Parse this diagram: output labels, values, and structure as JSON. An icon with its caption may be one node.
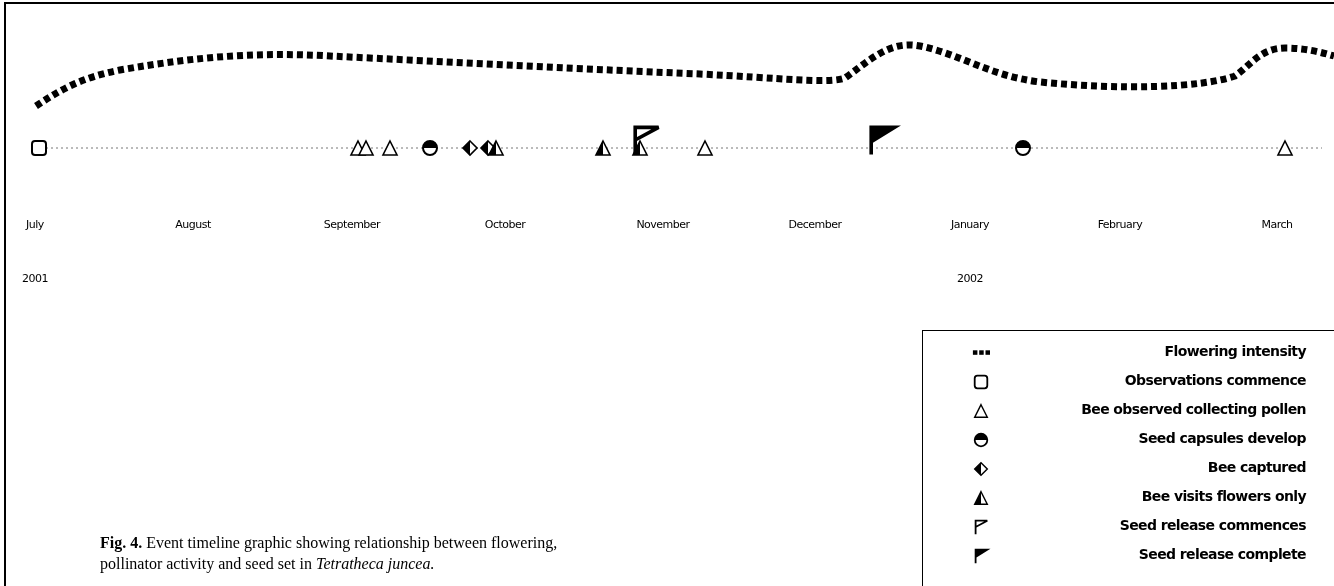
{
  "diagram": {
    "caption": "**Fig. 4.** Event timeline graphic showing relationship between flowering, pollinator activity and seed set in *Tetratheca juncea.*",
    "labels": [
      "July",
      "August",
      "September",
      "October",
      "November",
      "December",
      "January",
      "February",
      "March",
      "2001",
      "2002"
    ],
    "legend": [
      {
        "text": "Flowering intensity"
      },
      {
        "text": "Observations commence"
      },
      {
        "text": "Bee observed collecting pollen"
      },
      {
        "text": "Seed capsules develop"
      },
      {
        "text": "Bee captured"
      },
      {
        "text": "Bee visits flowers only"
      },
      {
        "text": "Seed release commences"
      },
      {
        "text": "Seed release complete"
      }
    ]
  }
}
